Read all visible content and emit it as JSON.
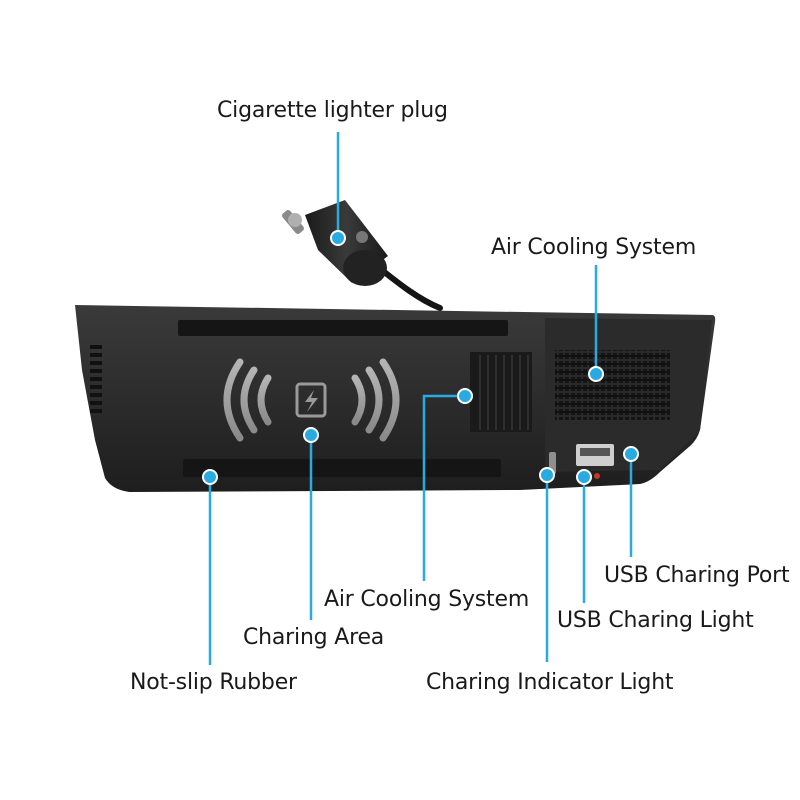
{
  "labels": {
    "cigarette_plug": "Cigarette lighter plug",
    "air_cooling_top": "Air Cooling System",
    "air_cooling_middle": "Air Cooling System",
    "charging_area": "Charing Area",
    "non_slip_rubber": "Not-slip Rubber",
    "charging_indicator": "Charing Indicator Light",
    "usb_charging_light": "USB Charing Light",
    "usb_charging_port": "USB Charing Port"
  },
  "colors": {
    "callout_line": "#29abe2",
    "callout_dot": "#29abe2",
    "device_body": "#2a2a2a",
    "label_text": "#1a1a1a",
    "charging_icon": "#9a9a9a",
    "led_red": "#c0392b"
  },
  "icons": {
    "charging": "lightning-bolt-icon",
    "wireless_waves": "wireless-waves-icon"
  }
}
